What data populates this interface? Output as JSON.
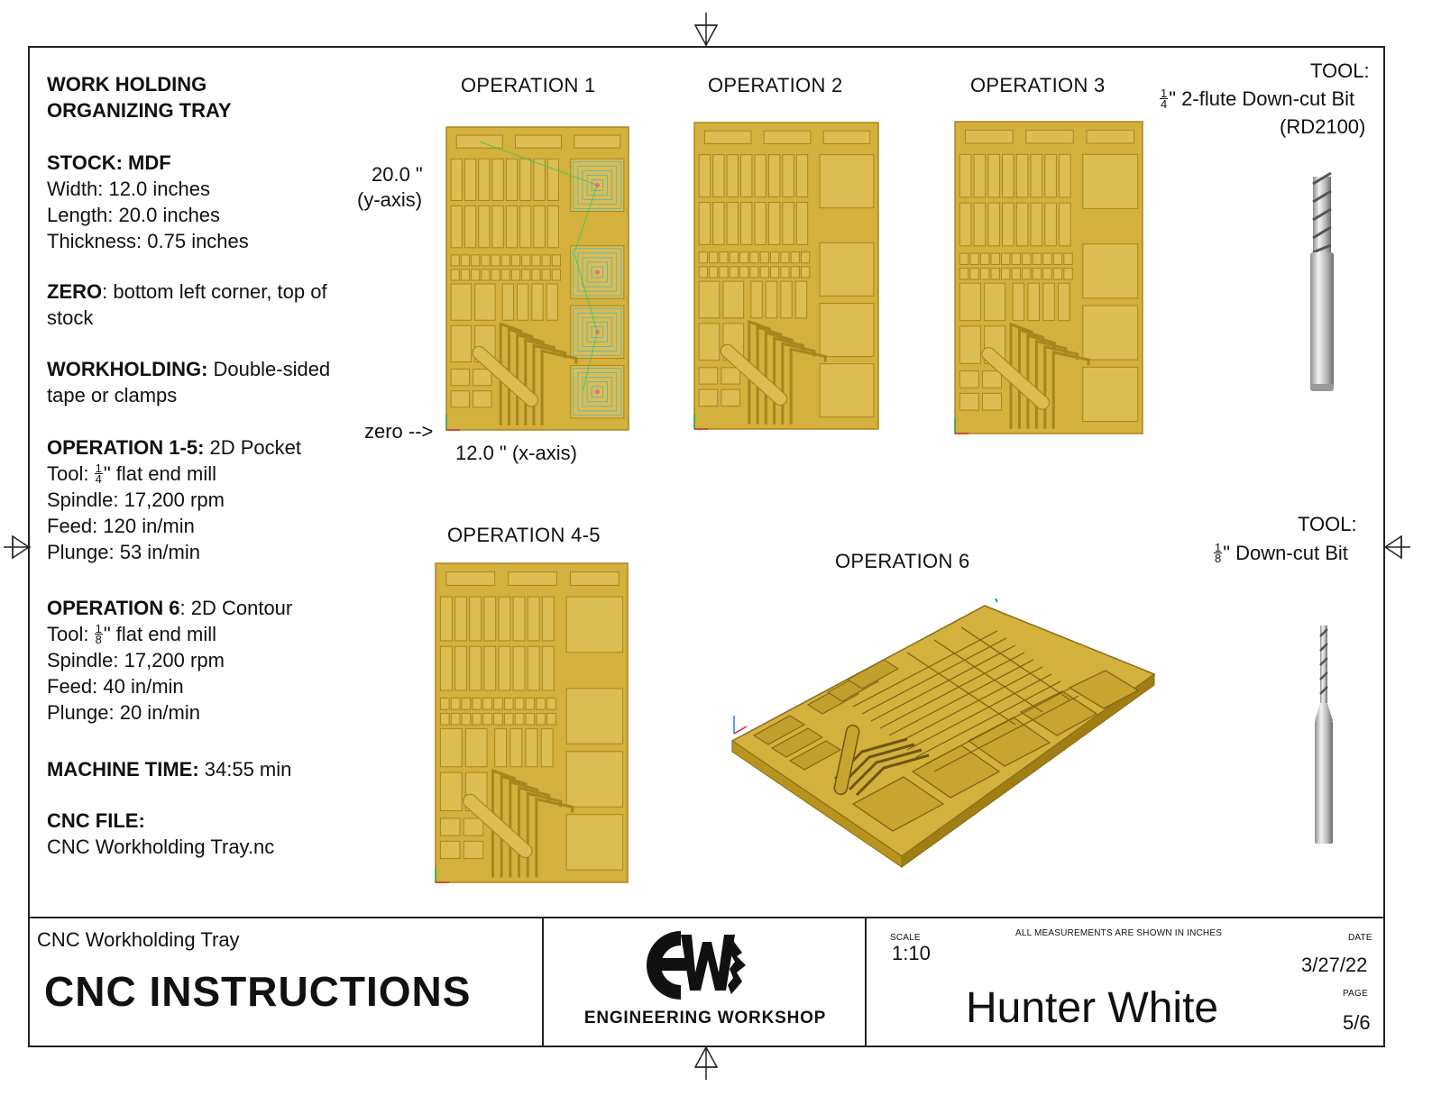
{
  "notes": {
    "title_line1": "WORK HOLDING",
    "title_line2": "ORGANIZING TRAY",
    "stock_label": "STOCK: MDF",
    "width": "Width: 12.0 inches",
    "length": "Length: 20.0 inches",
    "thickness": "Thickness: 0.75 inches",
    "zero_label": "ZERO",
    "zero_text1": ": bottom left corner, top of",
    "zero_text2": "stock",
    "workholding_label": "WORKHOLDING:",
    "workholding_text1": " Double-sided",
    "workholding_text2": "tape or clamps",
    "op15_label": "OPERATION 1-5:",
    "op15_text": " 2D Pocket",
    "op15_tool_prefix": "Tool: ",
    "op15_tool_num": "1",
    "op15_tool_den": "4",
    "op15_tool_suffix": "\" flat end mill",
    "op15_spindle": "Spindle: 17,200 rpm",
    "op15_feed": "Feed: 120 in/min",
    "op15_plunge": "Plunge: 53 in/min",
    "op6_label": "OPERATION 6",
    "op6_text": ": 2D Contour",
    "op6_tool_prefix": "Tool: ",
    "op6_tool_num": "1",
    "op6_tool_den": "8",
    "op6_tool_suffix": "\" flat end mill",
    "op6_spindle": "Spindle: 17,200 rpm",
    "op6_feed": "Feed: 40 in/min",
    "op6_plunge": "Plunge: 20 in/min",
    "machine_time_label": "MACHINE TIME:",
    "machine_time_value": " 34:55 min",
    "cnc_file_label": "CNC FILE:",
    "cnc_file_value": "CNC Workholding Tray.nc"
  },
  "operations": {
    "op1": "OPERATION 1",
    "op2": "OPERATION 2",
    "op3": "OPERATION 3",
    "op45": "OPERATION 4-5",
    "op6": "OPERATION 6"
  },
  "dimensions": {
    "y_value": "20.0 \"",
    "y_axis": "(y-axis)",
    "x_label": "12.0 \" (x-axis)",
    "zero": "zero -->"
  },
  "tools": {
    "tool1_label": "TOOL:",
    "tool1_num": "1",
    "tool1_den": "4",
    "tool1_name": "\" 2-flute Down-cut Bit",
    "tool1_code": "(RD2100)",
    "tool2_label": "TOOL:",
    "tool2_num": "1",
    "tool2_den": "8",
    "tool2_name": "\" Down-cut Bit"
  },
  "title_block": {
    "project": "CNC Workholding Tray",
    "doc_title": "CNC INSTRUCTIONS",
    "company": "ENGINEERING WORKSHOP",
    "scale_label": "SCALE",
    "scale_value": "1:10",
    "measure_note": "ALL MEASUREMENTS ARE SHOWN IN INCHES",
    "author": "Hunter White",
    "date_label": "DATE",
    "date_value": "3/27/22",
    "page_label": "PAGE",
    "page_value": "5/6"
  },
  "colors": {
    "mdf": "#d4b03c",
    "mdf_dark": "#a8861f",
    "mdf_light": "#dcbd52",
    "frame": "#222222"
  }
}
